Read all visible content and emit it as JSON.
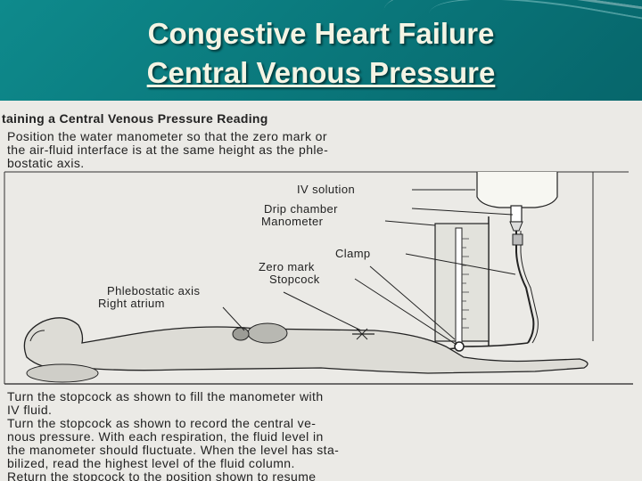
{
  "slide": {
    "title_line1": "Congestive Heart Failure",
    "title_line2": "Central Venous Pressure",
    "colors": {
      "background": "#0b7a7e",
      "title_text": "#f4f4e4",
      "figure_background": "#ebeae6"
    }
  },
  "figure": {
    "heading": "taining a Central Venous Pressure Reading",
    "intro_text": "Position the water manometer so that the zero mark or\nthe air-fluid interface is at the same height as the phle-\nbostatic axis.",
    "labels": {
      "iv_solution": "IV solution",
      "drip_chamber": "Drip chamber",
      "manometer": "Manometer",
      "clamp": "Clamp",
      "zero_mark": "Zero mark",
      "stopcock": "Stopcock",
      "phlebostatic_axis": "Phlebostatic axis",
      "right_atrium": "Right atrium"
    },
    "instructions_text": "Turn the stopcock as shown to fill the manometer with\nIV fluid.\nTurn the stopcock as shown to record the central ve-\nnous pressure. With each respiration, the fluid level in\nthe manometer should fluctuate. When the level has sta-\nbilized, read the highest level of the fluid column.\nReturn the stopcock to the position shown to resume\nthe flow of IV fluid to the client."
  }
}
